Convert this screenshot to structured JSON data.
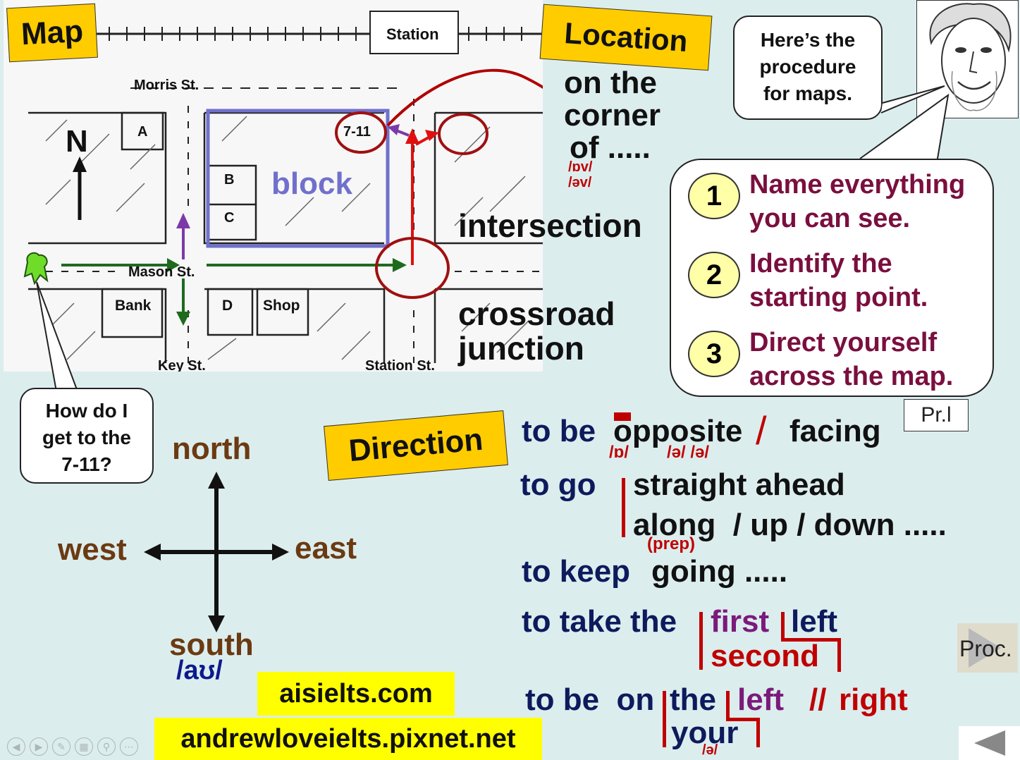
{
  "map": {
    "tag": "Map",
    "station": "Station",
    "streets": {
      "morris": "Morris St.",
      "mason": "Mason St.",
      "key": "Key St.",
      "station_st": "Station St."
    },
    "north": "N",
    "buildings": {
      "a": "A",
      "b": "B",
      "c": "C",
      "d": "D",
      "bank": "Bank",
      "shop": "Shop",
      "seven_eleven": "7-11"
    },
    "block_label": "block"
  },
  "location": {
    "tag": "Location",
    "corner_line1": "on the",
    "corner_line2": "corner",
    "corner_line3": "of .....",
    "pron1": "/ɒv/",
    "pron2": "/əv/",
    "intersection": "intersection",
    "crossroad": "crossroad",
    "junction": "junction"
  },
  "speech": {
    "teacher": "Here’s the procedure for maps.",
    "teacher_lines": [
      "Here’s the",
      "procedure",
      "for maps."
    ],
    "question_lines": [
      "How do I",
      "get to the",
      "7-11?"
    ]
  },
  "procedure": [
    {
      "num": "1",
      "line1": "Name everything",
      "line2": "you can see."
    },
    {
      "num": "2",
      "line1": "Identify the",
      "line2": "starting point."
    },
    {
      "num": "3",
      "line1": "Direct yourself",
      "line2": "across the map."
    }
  ],
  "compass": {
    "north": "north",
    "south": "south",
    "east": "east",
    "west": "west",
    "south_pron": "/aʊ/"
  },
  "direction": {
    "tag": "Direction",
    "opposite": {
      "prefix": "to be",
      "word": "opposite",
      "slash": "/",
      "alt": "facing",
      "pron1": "/ɒ/",
      "pron2": "/ə/ /ə/"
    },
    "go": {
      "prefix": "to go",
      "line1": "straight  ahead",
      "line2": "along  / up / down .....",
      "note": "(prep)"
    },
    "keep": {
      "prefix": "to keep",
      "word": "going ....."
    },
    "take": {
      "prefix": "to take the",
      "first": "first",
      "second": "second",
      "left": "left"
    },
    "be_on": {
      "prefix": "to be  on",
      "the": "the",
      "your": "your",
      "left": "left",
      "sep": "//",
      "right": "right",
      "pron": "/ə/"
    }
  },
  "buttons": {
    "pr": "Pr.l",
    "proc": "Proc."
  },
  "footer": {
    "site1": "aisielts.com",
    "site2": "andrewloveielts.pixnet.net"
  }
}
